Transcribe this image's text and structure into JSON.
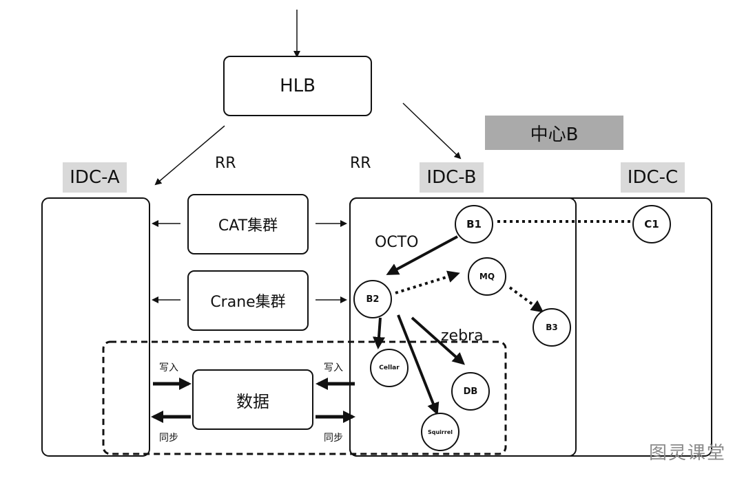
{
  "hlb": "HLB",
  "center_b": "中心B",
  "idc_a": "IDC-A",
  "idc_b": "IDC-B",
  "idc_c": "IDC-C",
  "rr_left": "RR",
  "rr_right": "RR",
  "cat_cluster": "CAT集群",
  "crane_cluster": "Crane集群",
  "data_box": "数据",
  "write_left": "写入",
  "write_right": "写入",
  "sync_left": "同步",
  "sync_right": "同步",
  "octo": "OCTO",
  "zebra": "zebra",
  "nodes": {
    "b1": "B1",
    "b2": "B2",
    "b3": "B3",
    "c1": "C1",
    "mq": "MQ",
    "cellar": "Cellar",
    "db": "DB",
    "squirrel": "Squirrel"
  },
  "watermark": "图灵课堂"
}
